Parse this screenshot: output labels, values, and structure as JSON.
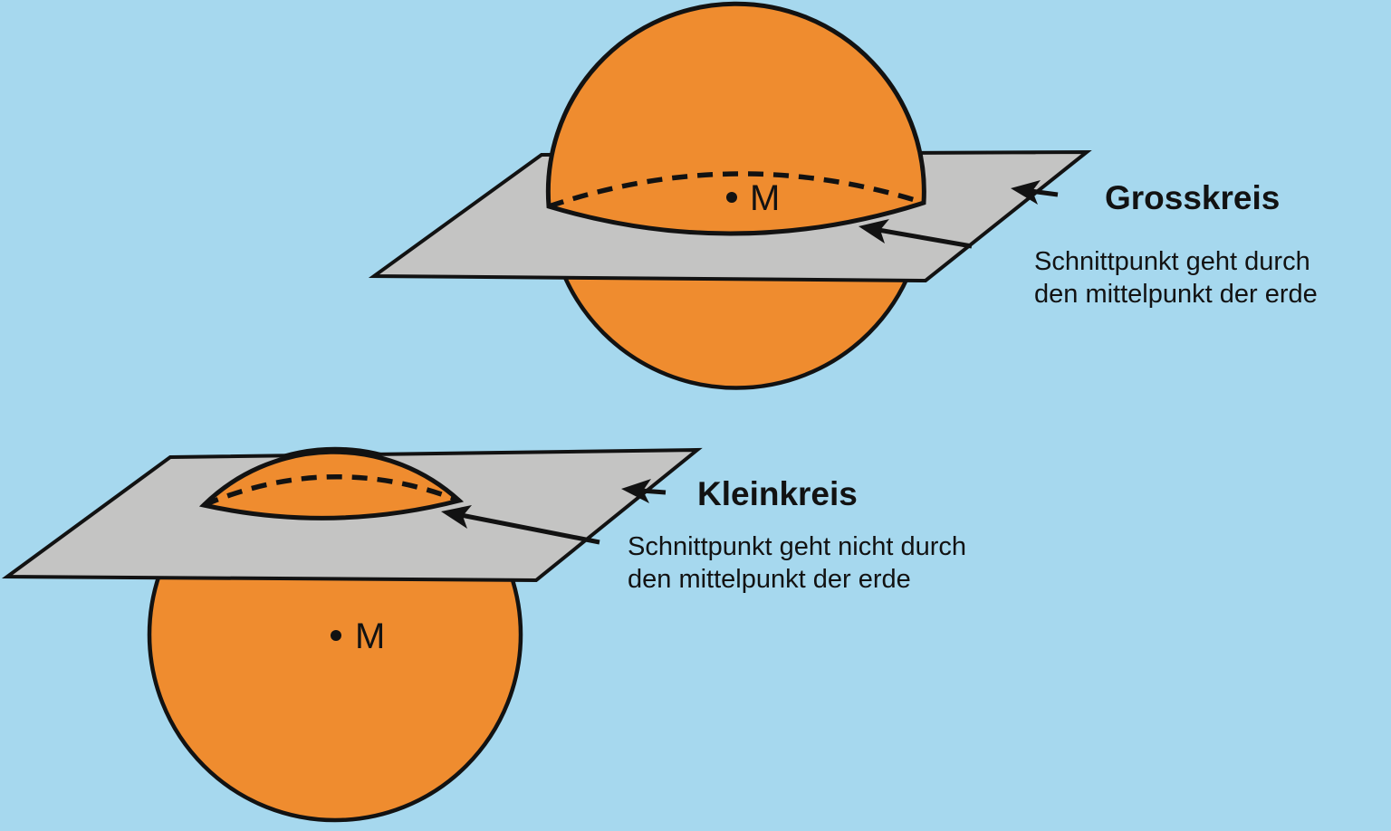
{
  "colors": {
    "background": "#A6D8EE",
    "sphere": "#EF8C2F",
    "plane": "#C4C4C3",
    "line": "#121212",
    "text": "#121212"
  },
  "top_diagram": {
    "title": "Grosskreis",
    "description": [
      "Schnittpunkt geht durch",
      "den mittelpunkt der erde"
    ],
    "center_label": "M"
  },
  "bottom_diagram": {
    "title": "Kleinkreis",
    "description": [
      "Schnittpunkt geht nicht durch",
      "den mittelpunkt der erde"
    ],
    "center_label": "M"
  }
}
